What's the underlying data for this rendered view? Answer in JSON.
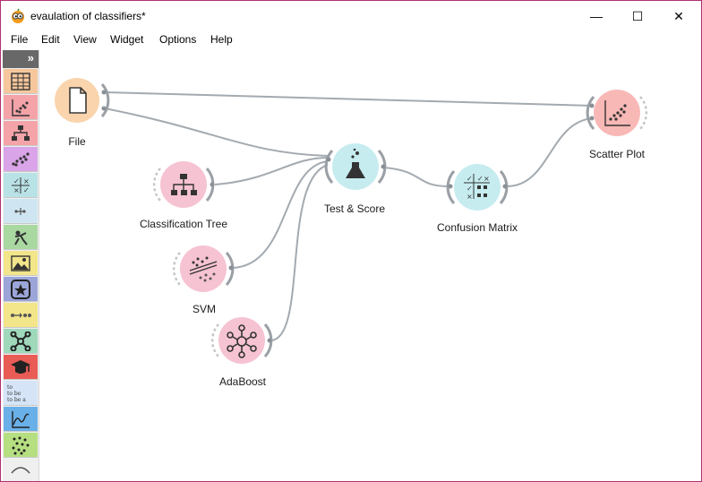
{
  "window": {
    "title": "evaulation of classifiers*",
    "controls": {
      "minimize": "—",
      "maximize": "☐",
      "close": "✕"
    }
  },
  "menu": [
    "File",
    "Edit",
    "View",
    "Widget",
    "Options",
    "Help"
  ],
  "toolbox": {
    "collapse_glyph": "»",
    "items": [
      {
        "name": "data-table-icon",
        "color": "#f6c79c"
      },
      {
        "name": "scatter-icon",
        "color": "#f4a3a8"
      },
      {
        "name": "tree-icon",
        "color": "#f4a3a8"
      },
      {
        "name": "distribution-icon",
        "color": "#d9a4e8"
      },
      {
        "name": "matrix-icon",
        "color": "#b9e2e6"
      },
      {
        "name": "add-icon",
        "color": "#cfe6f2"
      },
      {
        "name": "model-icon",
        "color": "#a9d8a0"
      },
      {
        "name": "image-icon",
        "color": "#f2e58a"
      },
      {
        "name": "star-icon",
        "color": "#9ba5d8"
      },
      {
        "name": "flow-icon",
        "color": "#f2e58a"
      },
      {
        "name": "network-icon",
        "color": "#9fd8bb"
      },
      {
        "name": "education-icon",
        "color": "#e85c55"
      },
      {
        "name": "text-icon",
        "color": "#d5e5f7"
      },
      {
        "name": "timeseries-icon",
        "color": "#6ab0e8"
      },
      {
        "name": "spectra-icon",
        "color": "#b5df80"
      }
    ],
    "text_icon_label": "to\nto be\nto be a"
  },
  "widgets": {
    "file": {
      "label": "File"
    },
    "classification_tree": {
      "label": "Classification Tree"
    },
    "svm": {
      "label": "SVM"
    },
    "adaboost": {
      "label": "AdaBoost"
    },
    "test_score": {
      "label": "Test & Score"
    },
    "confusion_matrix": {
      "label": "Confusion Matrix"
    },
    "scatter_plot": {
      "label": "Scatter Plot"
    }
  },
  "colors": {
    "data": "#f9d4ad",
    "model": "#f6c3d2",
    "evaluate": "#c6ecf0",
    "visualize": "#f8b8b6",
    "link": "#a3aab0",
    "frame": "#b03070"
  }
}
